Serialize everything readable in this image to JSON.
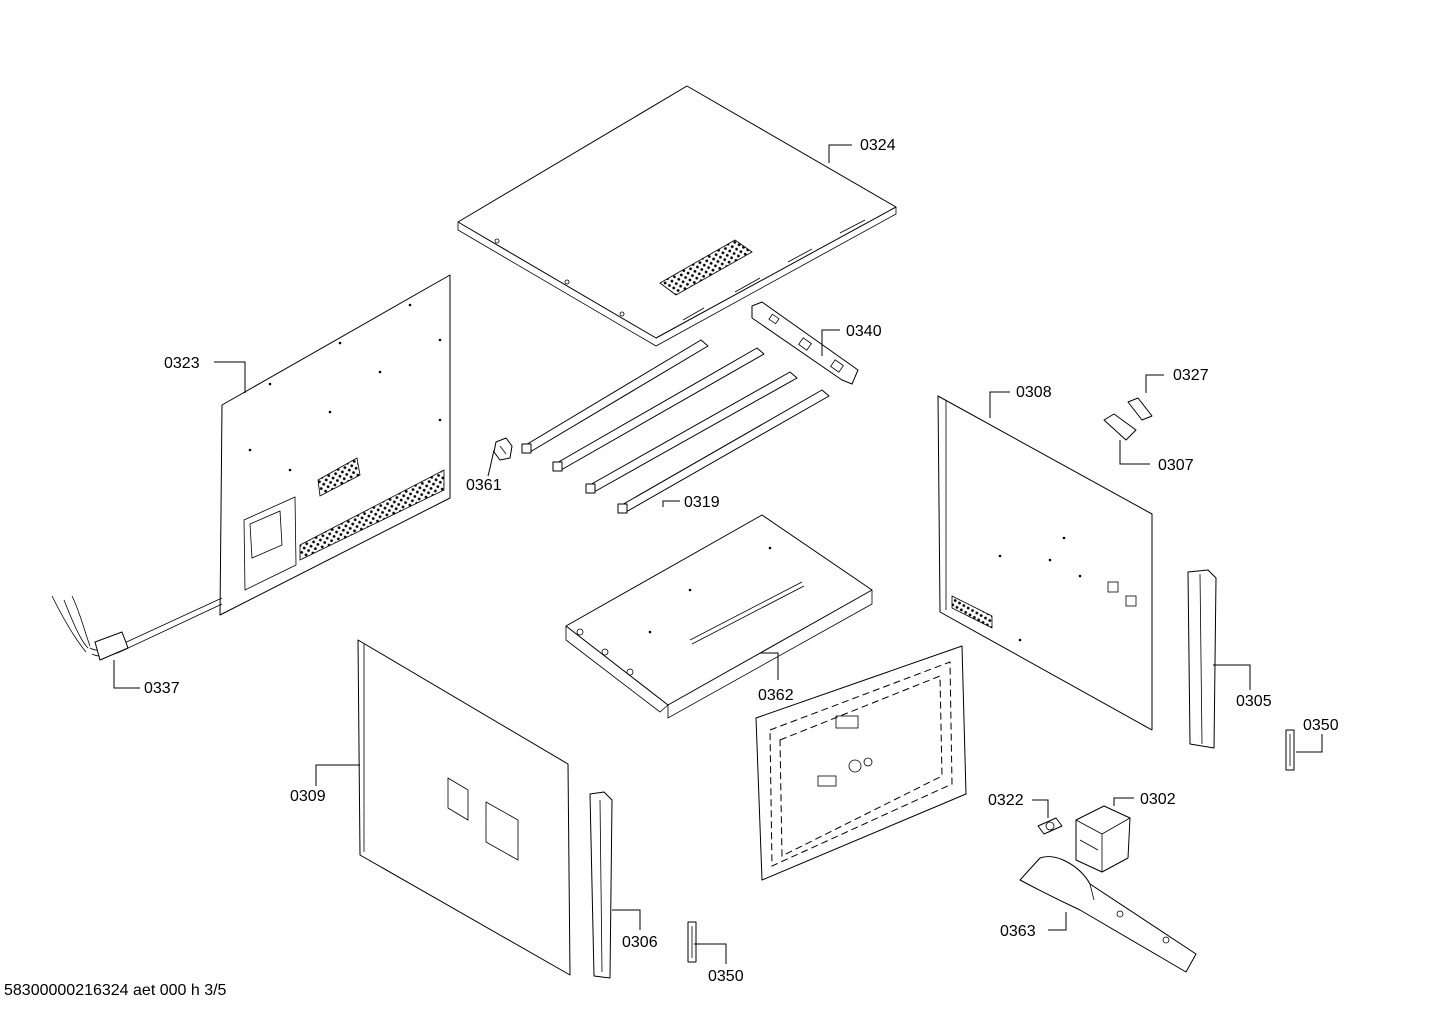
{
  "callouts": {
    "c0324": "0324",
    "c0340": "0340",
    "c0323": "0323",
    "c0361": "0361",
    "c0319": "0319",
    "c0308": "0308",
    "c0327": "0327",
    "c0307": "0307",
    "c0362": "0362",
    "c0337": "0337",
    "c0305": "0305",
    "c0350a": "0350",
    "c0309": "0309",
    "c0322": "0322",
    "c0302": "0302",
    "c0363": "0363",
    "c0306": "0306",
    "c0350b": "0350"
  },
  "footer": {
    "drawing_id": "58300000216324 aet 000 h 3/5"
  }
}
